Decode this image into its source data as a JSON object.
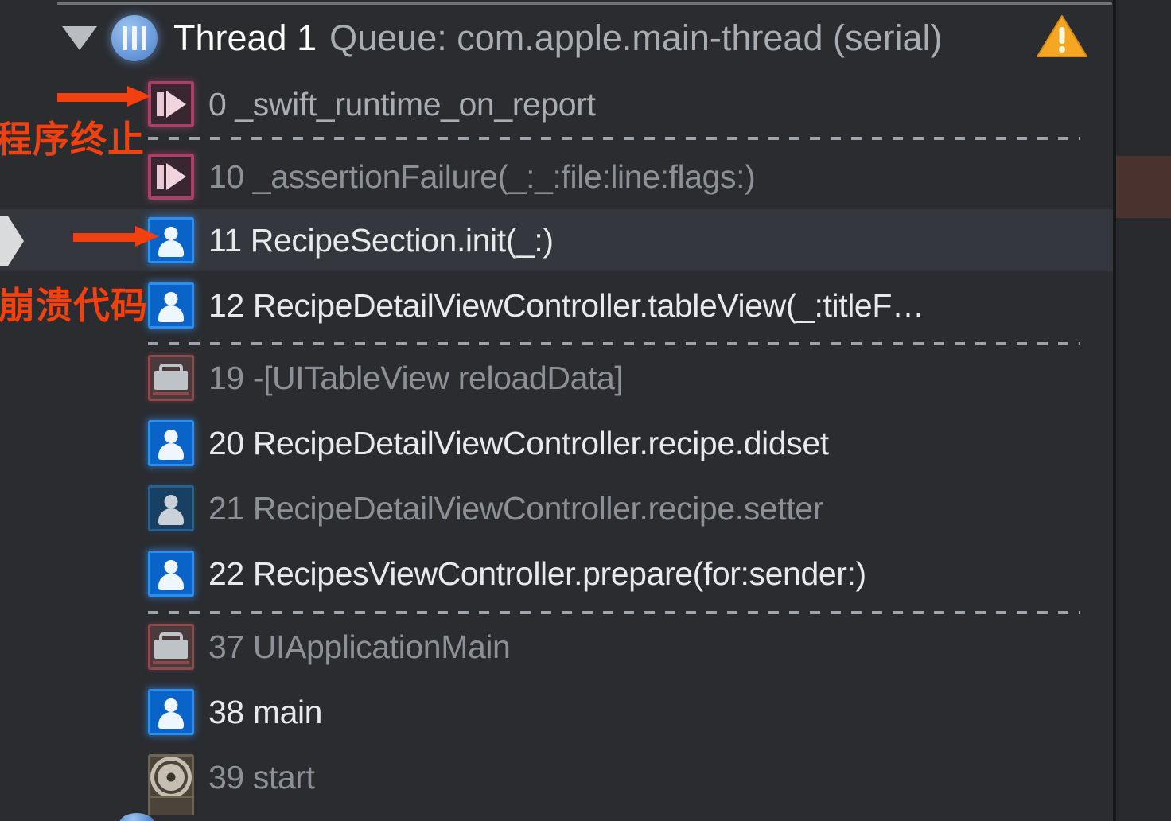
{
  "window": {
    "title": "Xcode Debug Navigator",
    "pane_name": "debug-navigator"
  },
  "thread": {
    "disclosure_state": "expanded",
    "icon": "thread-bars-icon",
    "name": "Thread 1",
    "queue": "Queue: com.apple.main-thread (serial)",
    "warning_icon": "warning-triangle-icon"
  },
  "colors": {
    "panel_bg": "#2a2c30",
    "row_selected_bg": "#34373d",
    "text_primary": "#e8e9ea",
    "text_dim": "#8d9095",
    "user_code_icon": "#0a63c9",
    "runtime_icon": "#a94167",
    "framework_icon": "#8c4a4c",
    "warning": "#f5a623",
    "annotation": "#f2400e"
  },
  "frames": [
    {
      "index": "0",
      "symbol": "_swift_runtime_on_report",
      "icon": "runtime-play-icon",
      "kind": "runtime",
      "emphasis": "mid",
      "selected": false
    },
    {
      "index": "10",
      "symbol": "_assertionFailure(_:_:file:line:flags:)",
      "icon": "runtime-play-icon",
      "kind": "runtime",
      "emphasis": "dim",
      "selected": false
    },
    {
      "index": "11",
      "symbol": "RecipeSection.init(_:)",
      "icon": "user-code-icon",
      "kind": "user",
      "emphasis": "bright",
      "selected": true
    },
    {
      "index": "12",
      "symbol": "RecipeDetailViewController.tableView(_:titleF…",
      "icon": "user-code-icon",
      "kind": "user",
      "emphasis": "bright",
      "selected": false
    },
    {
      "index": "19",
      "symbol": "-[UITableView reloadData]",
      "icon": "framework-briefcase-icon",
      "kind": "framework",
      "emphasis": "dim",
      "selected": false
    },
    {
      "index": "20",
      "symbol": "RecipeDetailViewController.recipe.didset",
      "icon": "user-code-icon",
      "kind": "user",
      "emphasis": "bright",
      "selected": false
    },
    {
      "index": "21",
      "symbol": "RecipeDetailViewController.recipe.setter",
      "icon": "user-code-icon-dim",
      "kind": "user",
      "emphasis": "dim",
      "selected": false
    },
    {
      "index": "22",
      "symbol": "RecipesViewController.prepare(for:sender:)",
      "icon": "user-code-icon",
      "kind": "user",
      "emphasis": "bright",
      "selected": false
    },
    {
      "index": "37",
      "symbol": "UIApplicationMain",
      "icon": "framework-briefcase-icon",
      "kind": "framework",
      "emphasis": "dim",
      "selected": false
    },
    {
      "index": "38",
      "symbol": "main",
      "icon": "user-code-icon",
      "kind": "user",
      "emphasis": "bright",
      "selected": false
    },
    {
      "index": "39",
      "symbol": "start",
      "icon": "gear-icon",
      "kind": "system",
      "emphasis": "dim",
      "selected": false
    }
  ],
  "annotations": [
    {
      "id": "annotation-program-terminated",
      "text": "程序终止",
      "points_to_frame_index": "0",
      "arrow": "right-arrow-icon"
    },
    {
      "id": "annotation-crash-code",
      "text": "崩溃代码",
      "points_to_frame_index": "11",
      "arrow": "right-arrow-icon"
    }
  ]
}
